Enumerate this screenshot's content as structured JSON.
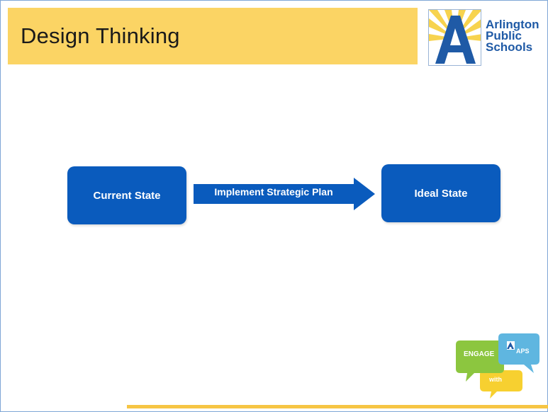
{
  "slide": {
    "title": "Design Thinking"
  },
  "logo": {
    "line1": "Arlington",
    "line2": "Public",
    "line3": "Schools",
    "letter": "A"
  },
  "diagram": {
    "start_node": "Current State",
    "arrow_label": "Implement Strategic Plan",
    "end_node": "Ideal State"
  },
  "engage_badge": {
    "word1": "ENGAGE",
    "word2": "APS",
    "word3": "with",
    "letter": "A"
  },
  "colors": {
    "title_band": "#fbd464",
    "node_fill": "#0a5bbd",
    "arrow_fill": "#0a5bbd",
    "logo_blue": "#1f5aa6",
    "accent_line": "#f6c544"
  }
}
